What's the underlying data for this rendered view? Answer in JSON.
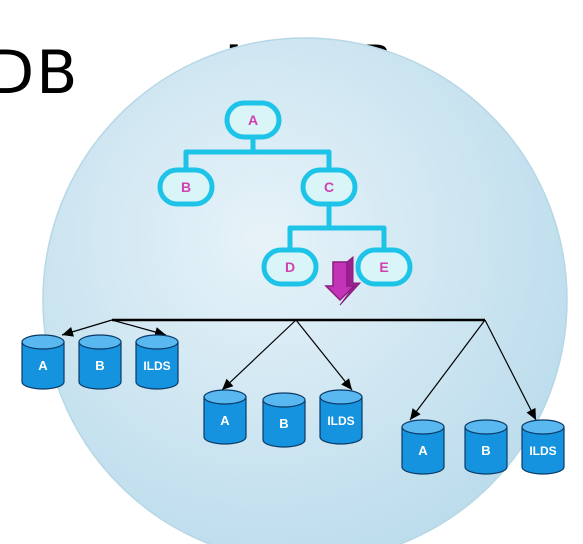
{
  "partial_title": "DB",
  "title": "HALDB",
  "colors": {
    "circle_fill": "#cfe6f2",
    "segment_fill": "#d9f5f7",
    "segment_border": "#1ec3e8",
    "segment_text": "#d33fb2",
    "connector": "#1ec3e8",
    "arrow_fill": "#c233b8",
    "cylinder_fill": "#1593de",
    "cylinder_top": "#5ab8f0",
    "cylinder_text": "#ffffff"
  },
  "hierarchy": {
    "segments": [
      {
        "id": "A",
        "label": "A"
      },
      {
        "id": "B",
        "label": "B"
      },
      {
        "id": "C",
        "label": "C"
      },
      {
        "id": "D",
        "label": "D"
      },
      {
        "id": "E",
        "label": "E"
      }
    ],
    "edges": [
      [
        "A",
        "B"
      ],
      [
        "A",
        "C"
      ],
      [
        "C",
        "D"
      ],
      [
        "C",
        "E"
      ]
    ]
  },
  "partitions": [
    {
      "datasets": [
        {
          "label": "A"
        },
        {
          "label": "B"
        },
        {
          "label": "ILDS"
        }
      ]
    },
    {
      "datasets": [
        {
          "label": "A"
        },
        {
          "label": "B"
        },
        {
          "label": "ILDS"
        }
      ]
    },
    {
      "datasets": [
        {
          "label": "A"
        },
        {
          "label": "B"
        },
        {
          "label": "ILDS"
        }
      ]
    }
  ]
}
